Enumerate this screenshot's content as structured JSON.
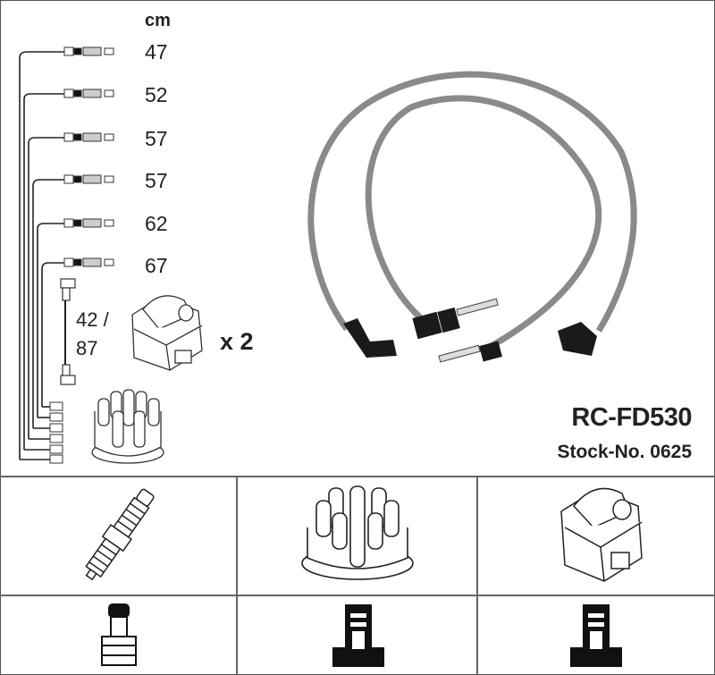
{
  "product": {
    "part_number": "RC-FD530",
    "stock_label": "Stock-No. 0625"
  },
  "leads": {
    "unit": "cm",
    "lengths": [
      "47",
      "52",
      "57",
      "57",
      "62",
      "67"
    ],
    "coil_lead_length_top": "42 /",
    "coil_lead_length_bottom": "87",
    "coil_quantity": "x 2"
  },
  "grid": {
    "row1": [
      "spark-plug",
      "distributor-cap",
      "ignition-coil"
    ],
    "row2": [
      "plug-terminal-spark",
      "plug-terminal-cap",
      "plug-terminal-coil"
    ]
  },
  "colors": {
    "line": "#222222",
    "cable": "#8a8a8a",
    "boot": "#1a1a1a",
    "border": "#666666"
  }
}
